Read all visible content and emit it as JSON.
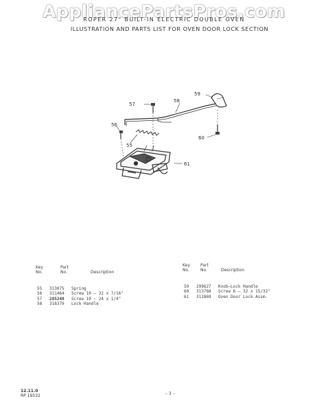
{
  "watermark": "AppliancePartsPros.com",
  "header": {
    "line1": "ROPER 27\" BUILT-IN ELECTRIC DOUBLE OVEN",
    "line2": "ILLUSTRATION AND PARTS LIST FOR OVEN DOOR LOCK SECTION"
  },
  "callouts": {
    "c57": "57",
    "c58": "58",
    "c59": "59",
    "c56": "56",
    "c55": "55",
    "c60": "60",
    "c61": "61"
  },
  "table_header": {
    "key": "Key",
    "key_no": "No.",
    "part": "Part",
    "part_no": "No.",
    "description": "Description"
  },
  "left_parts": [
    {
      "key": "55",
      "part": "313075",
      "description": "Spring"
    },
    {
      "key": "56",
      "part": "311464",
      "description": "Screw 10 – 32 x 7/16\""
    },
    {
      "key": "57",
      "part": "285248",
      "description": "Screw 10 – 24 x 1/4\""
    },
    {
      "key": "58",
      "part": "318379",
      "description": "Lock Handle"
    }
  ],
  "right_parts": [
    {
      "key": "59",
      "part": "299627",
      "description": "Knob–Lock Handle"
    },
    {
      "key": "60",
      "part": "313768",
      "description": "Screw 6 – 32 x 15/32\""
    },
    {
      "key": "61",
      "part": "311869",
      "description": "Oven Door Lock Assm."
    }
  ],
  "footer": {
    "code": "12.11.0",
    "rp": "RP 19532",
    "page": "– 3 –"
  }
}
